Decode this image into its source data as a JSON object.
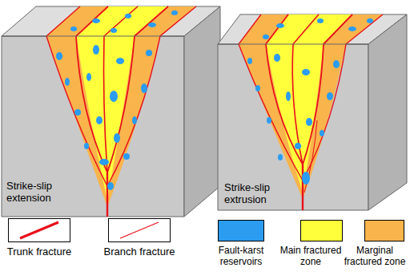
{
  "diagram": {
    "labels": [
      "Strike-slip extension",
      "Strike-slip extrusion"
    ],
    "legend": [
      {
        "text": "Trunk fracture"
      },
      {
        "text": "Branch fracture"
      },
      {
        "text": "Fault-karst reservoirs",
        "color": "#2b9cf0"
      },
      {
        "text": "Main fractured zone",
        "color": "#ffff3c"
      },
      {
        "text": "Marginal fractured zone",
        "color": "#f9b44c"
      }
    ]
  }
}
